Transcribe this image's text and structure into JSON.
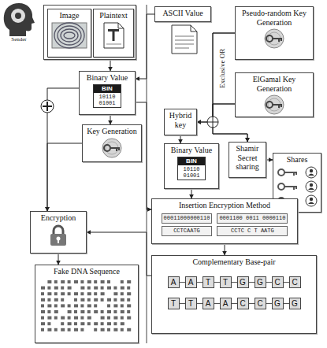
{
  "diagram": {
    "nodes": [
      {
        "text": []
      },
      {
        "text": [
          "Image"
        ],
        "in": 0
      },
      {
        "text": [
          "Plaintext"
        ],
        "in": 0
      },
      {
        "text": [
          "ASCII Value"
        ]
      },
      {
        "text": [
          "Pseudo-random Key Generation"
        ]
      },
      {
        "text": [
          "Binary Value",
          "BIN",
          "10110 01001"
        ]
      },
      {
        "text": [
          "ElGamal Key Generation"
        ]
      },
      {
        "text": [
          "Hybrid key"
        ]
      },
      {
        "text": [
          "Key Generation"
        ]
      },
      {
        "text": [
          "Binary Value",
          "BIN",
          "10110 01001"
        ]
      },
      {
        "text": [
          "Shamir Secret sharing"
        ]
      },
      {
        "text": [
          "Shares"
        ]
      },
      {
        "text": [
          "Insertion Encryption Method",
          "00011000000110",
          "0001100 0011 0000110",
          "CCTCAATG",
          "CCTC C T AATG"
        ]
      },
      {
        "text": [
          "Encryption"
        ]
      },
      {
        "text": [
          "Complementary Base-pair",
          "A",
          "A",
          "T",
          "T",
          "G",
          "G",
          "C",
          "C",
          "T",
          "T",
          "A",
          "A",
          "C",
          "C",
          "G",
          "G"
        ]
      },
      {
        "text": [
          "Fake DNA Sequence"
        ]
      }
    ],
    "edges": [
      {
        "from": 0,
        "to": 5,
        "arrow": "to"
      },
      {
        "from": 3,
        "to": 5,
        "arrow": "to"
      },
      {
        "from": 5,
        "to": 8,
        "arrow": "to"
      },
      {
        "from": 5,
        "to": 13,
        "arrow": "to"
      },
      {
        "from": 8,
        "to": 13,
        "arrow": "to"
      },
      {
        "from": 4,
        "to": 7,
        "arrow": "to"
      },
      {
        "from": 6,
        "to": 7,
        "arrow": "to"
      },
      {
        "from": 4,
        "to": 10,
        "arrow": "to"
      },
      {
        "from": 6,
        "to": 10,
        "arrow": "to"
      },
      {
        "from": 7,
        "to": 9,
        "arrow": "to"
      },
      {
        "from": 10,
        "to": 11,
        "arrow": "to"
      },
      {
        "from": 5,
        "to": 12,
        "arrow": "to"
      },
      {
        "from": 9,
        "to": 12,
        "arrow": "to"
      },
      {
        "from": 12,
        "to": 14,
        "arrow": "to"
      },
      {
        "from": 14,
        "to": 13,
        "arrow": "to"
      },
      {
        "from": 13,
        "to": 15,
        "arrow": "to"
      }
    ],
    "labels": [
      "Sender",
      "Exclusive OR"
    ]
  }
}
